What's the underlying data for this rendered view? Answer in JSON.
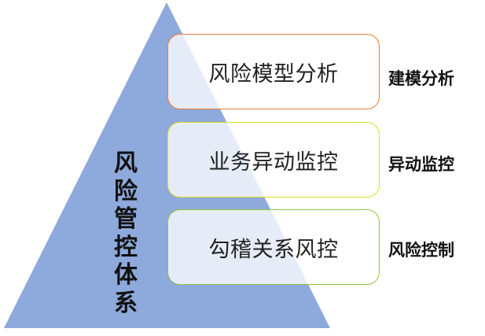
{
  "title_vertical": "风险管控体系",
  "colors": {
    "pyramid": "#8ea9db",
    "layer_borders": [
      "#ed7d31",
      "#d9e021",
      "#8dc63f"
    ]
  },
  "layers": [
    {
      "text": "风险模型分析",
      "side_label": "建模分析"
    },
    {
      "text": "业务异动监控",
      "side_label": "异动监控"
    },
    {
      "text": "勾稽关系风控",
      "side_label": "风险控制"
    }
  ]
}
